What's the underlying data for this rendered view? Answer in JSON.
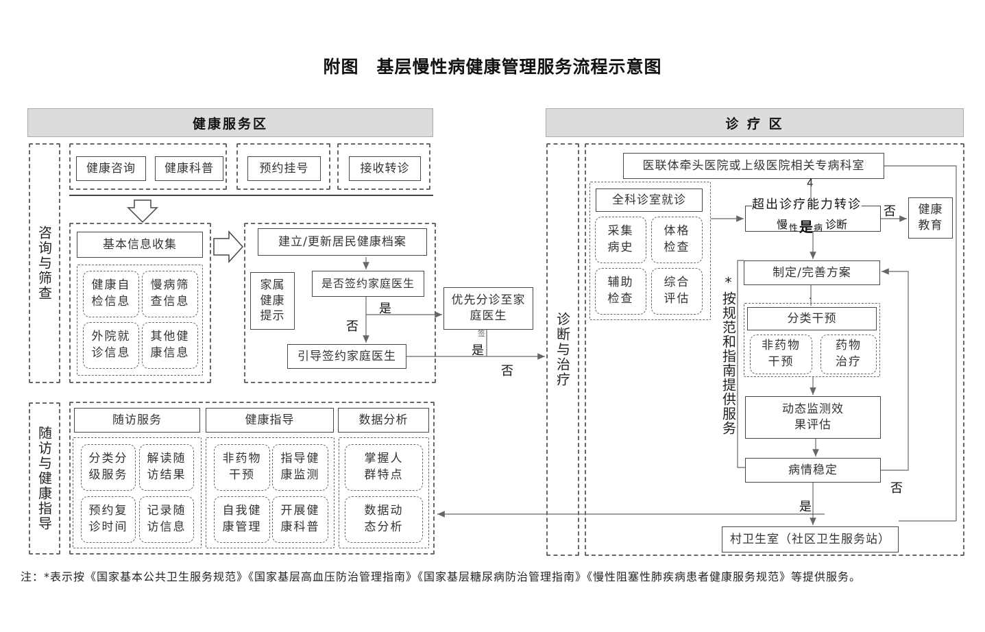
{
  "title": "附图　基层慢性病健康管理服务流程示意图",
  "zones": {
    "health_service": "健康服务区",
    "clinic": "诊 疗 区"
  },
  "side_labels": {
    "consult": "咨询与筛查",
    "followup": "随访与健康指导",
    "diagnosis": "诊断与治疗",
    "guideline": "*按规范和指南提供服务"
  },
  "top_services": [
    "健康咨询",
    "健康科普",
    "预约挂号",
    "接收转诊"
  ],
  "basic_info": {
    "header": "基本信息收集",
    "items": [
      "健康自检信息",
      "慢病筛查信息",
      "外院就诊信息",
      "其他健康信息"
    ]
  },
  "records": {
    "establish": "建立/更新居民健康档案",
    "family_hint": "家属健康提示",
    "signed_question": "是否签约家庭医生",
    "yes": "是",
    "no": "否",
    "priority": "优先分诊至家庭医生",
    "guide_sign": "引导签约家庭医生",
    "yes2": "是",
    "no2": "否",
    "small_mark": "签"
  },
  "followup": {
    "cols": [
      {
        "header": "随访服务",
        "items": [
          "分类分级服务",
          "解读随访结果",
          "预约复诊时间",
          "记录随访信息"
        ]
      },
      {
        "header": "健康指导",
        "items": [
          "非药物干预",
          "指导健康监测",
          "自我健康管理",
          "开展健康科普"
        ]
      },
      {
        "header": "数据分析",
        "items": [
          "掌握人群特点",
          "数据动态分析"
        ]
      }
    ]
  },
  "clinic": {
    "upper_hospital": "医联体牵头医院或上级医院相关专病科室",
    "number_mark": "4",
    "gp": "全科诊室就诊",
    "gp_items": [
      "采集病史",
      "体格检查",
      "辅助检查",
      "综合评估"
    ],
    "referral_line1": "超出诊疗能力转诊",
    "referral_line2a": "慢",
    "referral_line2b": "性",
    "referral_line2c": "病",
    "referral_line2d": "诊断",
    "referral_yes": "是",
    "referral_no": "否",
    "health_edu": "健康教育",
    "plan": "制定/完善方案",
    "intervention": "分类干预",
    "non_drug": "非药物干预",
    "drug": "药物治疗",
    "monitor": "动态监测效果评估",
    "stable": "病情稳定",
    "stable_no": "否",
    "stable_yes": "是",
    "village": "村卫生室（社区卫生服务站）",
    "dot": "."
  },
  "note": "注：*表示按《国家基本公共卫生服务规范》《国家基层高血压防治管理指南》《国家基层糖尿病防治管理指南》《慢性阻塞性肺疾病患者健康服务规范》等提供服务。",
  "colors": {
    "header_bg": "#dcdcdc",
    "line": "#555555",
    "text": "#222222"
  }
}
